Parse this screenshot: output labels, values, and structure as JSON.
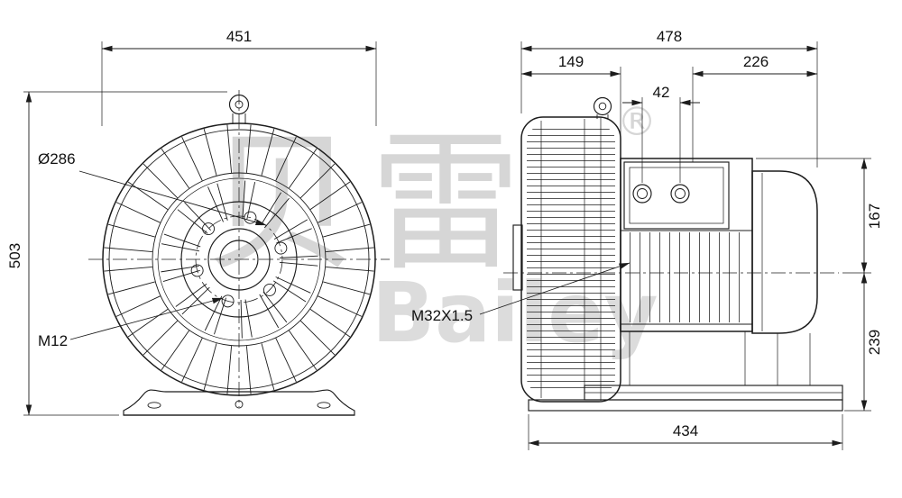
{
  "watermark": {
    "cn": "贝雷",
    "reg": "®",
    "en": "Bailey"
  },
  "front_view": {
    "dim_width": "451",
    "dim_height": "503",
    "bolt_circle_label": "Ø286",
    "thread_label": "M12"
  },
  "side_view": {
    "dim_total_length": "478",
    "dim_housing_length": "149",
    "dim_motor_length": "226",
    "dim_gland_spacing": "42",
    "dim_height_upper": "167",
    "dim_height_lower": "239",
    "dim_base_length": "434",
    "cable_gland_label": "M32X1.5"
  }
}
